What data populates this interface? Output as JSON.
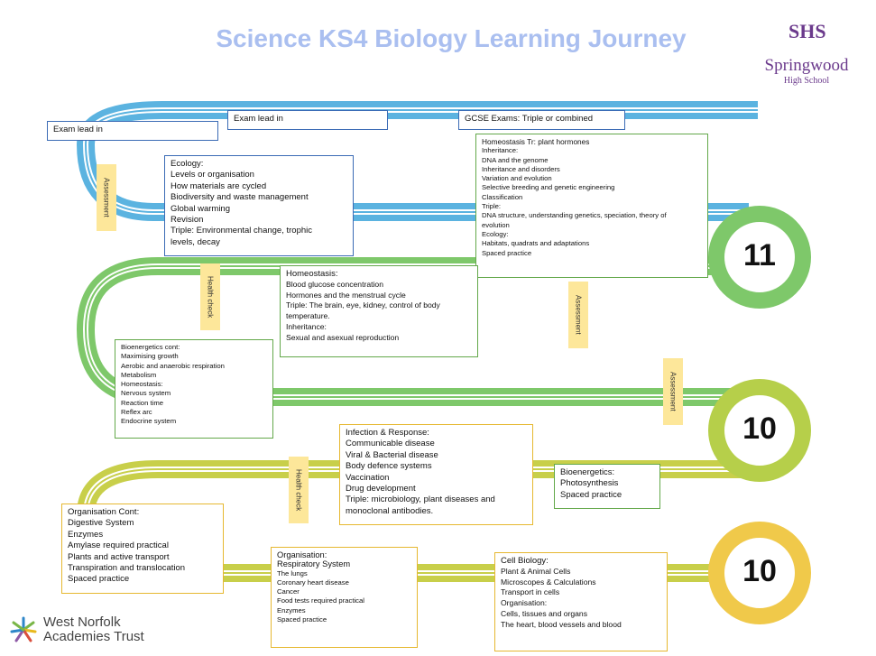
{
  "title": "Science KS4 Biology Learning Journey",
  "school": {
    "crest": "SHS",
    "name": "Springwood",
    "sub": "High School"
  },
  "trust": {
    "line1": "West Norfolk",
    "line2": "Academies Trust"
  },
  "years": {
    "y11": "11",
    "y10_upper": "10",
    "y10_lower": "10"
  },
  "labels": {
    "exam_lead_in_1": "Exam lead in",
    "exam_lead_in_2": "Exam lead in",
    "gcse": "GCSE Exams: Triple or combined"
  },
  "tags": {
    "assessment_1": "Assessment",
    "health_check_1": "Health check",
    "assessment_2": "Assessment",
    "assessment_3": "Assessment",
    "health_check_2": "Health check"
  },
  "boxes": {
    "ecology": [
      "Ecology:",
      "Levels or organisation",
      "How materials are cycled",
      "Biodiversity and waste management",
      "Global warming",
      "Revision",
      "Triple: Environmental change, trophic",
      "levels, decay"
    ],
    "homeostasis_tr": [
      "Homeostasis Tr: plant hormones",
      "Inheritance:",
      "DNA and the genome",
      "Inheritance and disorders",
      "Variation and evolution",
      "Selective breeding and genetic engineering",
      "Classification",
      "Triple:",
      "DNA structure, understanding genetics, speciation, theory of",
      "evolution",
      "Ecology:",
      "Habitats, quadrats and adaptations",
      "Spaced practice"
    ],
    "homeostasis": [
      "Homeostasis:",
      "Blood glucose concentration",
      "Hormones and the menstrual cycle",
      "Triple: The brain, eye, kidney, control of body",
      "temperature.",
      "Inheritance:",
      "Sexual and asexual reproduction"
    ],
    "bioenergetics_cont": [
      "Bioenergetics cont:",
      "Maximising growth",
      "Aerobic and anaerobic respiration",
      "Metabolism",
      "Homeostasis:",
      "Nervous system",
      "Reaction time",
      "Reflex arc",
      "Endocrine system"
    ],
    "infection": [
      "Infection & Response:",
      "Communicable disease",
      "Viral & Bacterial disease",
      "Body defence systems",
      "Vaccination",
      "Drug development",
      "Triple: microbiology, plant diseases and",
      "monoclonal antibodies."
    ],
    "bioenergetics": [
      "Bioenergetics:",
      "Photosynthesis",
      "Spaced practice"
    ],
    "organisation_cont": [
      "Organisation Cont:",
      "Digestive System",
      "Enzymes",
      "Amylase required practical",
      "Plants and active transport",
      "Transpiration and translocation",
      "Spaced practice"
    ],
    "organisation": [
      "Organisation:",
      "Respiratory System",
      "The lungs",
      "Coronary heart disease",
      "Cancer",
      "Food tests required practical",
      "Enzymes",
      "Spaced practice"
    ],
    "cell_biology": [
      "Cell Biology:",
      "Plant & Animal Cells",
      "Microscopes & Calculations",
      "Transport in cells",
      "Organisation:",
      "Cells, tissues and organs",
      "The heart, blood vessels and blood"
    ]
  },
  "colors": {
    "blue_road": "#5bb3e0",
    "green_road": "#7ec86a",
    "gold_road": "#c8cf4a",
    "yellow_road": "#f0c94a"
  }
}
